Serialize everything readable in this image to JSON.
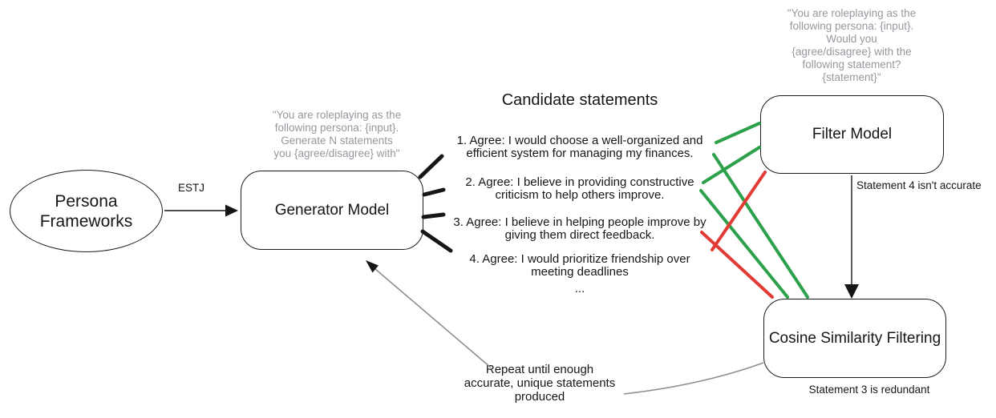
{
  "colors": {
    "accept": "#2ca04a",
    "reject": "#e23b35",
    "connector": "#8f8f8f",
    "ink": "#161616",
    "muted": "#95989f",
    "bg": "#ffffff"
  },
  "nodes": {
    "persona": {
      "lines": [
        "Persona",
        "Frameworks"
      ]
    },
    "generator": {
      "label": "Generator Model"
    },
    "filter": {
      "label": "Filter Model"
    },
    "cosine": {
      "label": "Cosine Similarity Filtering"
    }
  },
  "edges": {
    "estj_label": "ESTJ"
  },
  "prompts": {
    "generator": {
      "lines": [
        "\"You are roleplaying as the",
        "following persona: {input}.",
        "Generate N statements",
        "you {agree/disagree} with\""
      ]
    },
    "filter": {
      "lines": [
        "\"You are roleplaying as the",
        "following persona: {input}.",
        "Would you",
        "{agree/disagree} with the",
        "following statement?",
        "{statement}\""
      ]
    }
  },
  "candidates": {
    "title": "Candidate statements",
    "items": [
      {
        "lines": [
          "1. Agree: I would choose a well-organized and",
          "efficient system for managing my finances."
        ]
      },
      {
        "lines": [
          "2. Agree: I believe in providing constructive",
          "criticism to help others improve."
        ]
      },
      {
        "lines": [
          "3. Agree: I believe in helping people improve by",
          "giving them direct feedback."
        ]
      },
      {
        "lines": [
          "4. Agree: I would prioritize friendship over",
          "meeting deadlines"
        ]
      }
    ],
    "ellipsis": "..."
  },
  "annotations": {
    "filter_verdict": "Statement 4 isn't accurate",
    "cosine_verdict": "Statement 3 is redundant",
    "repeat": {
      "lines": [
        "Repeat until enough",
        "accurate, unique statements",
        "produced"
      ]
    }
  }
}
